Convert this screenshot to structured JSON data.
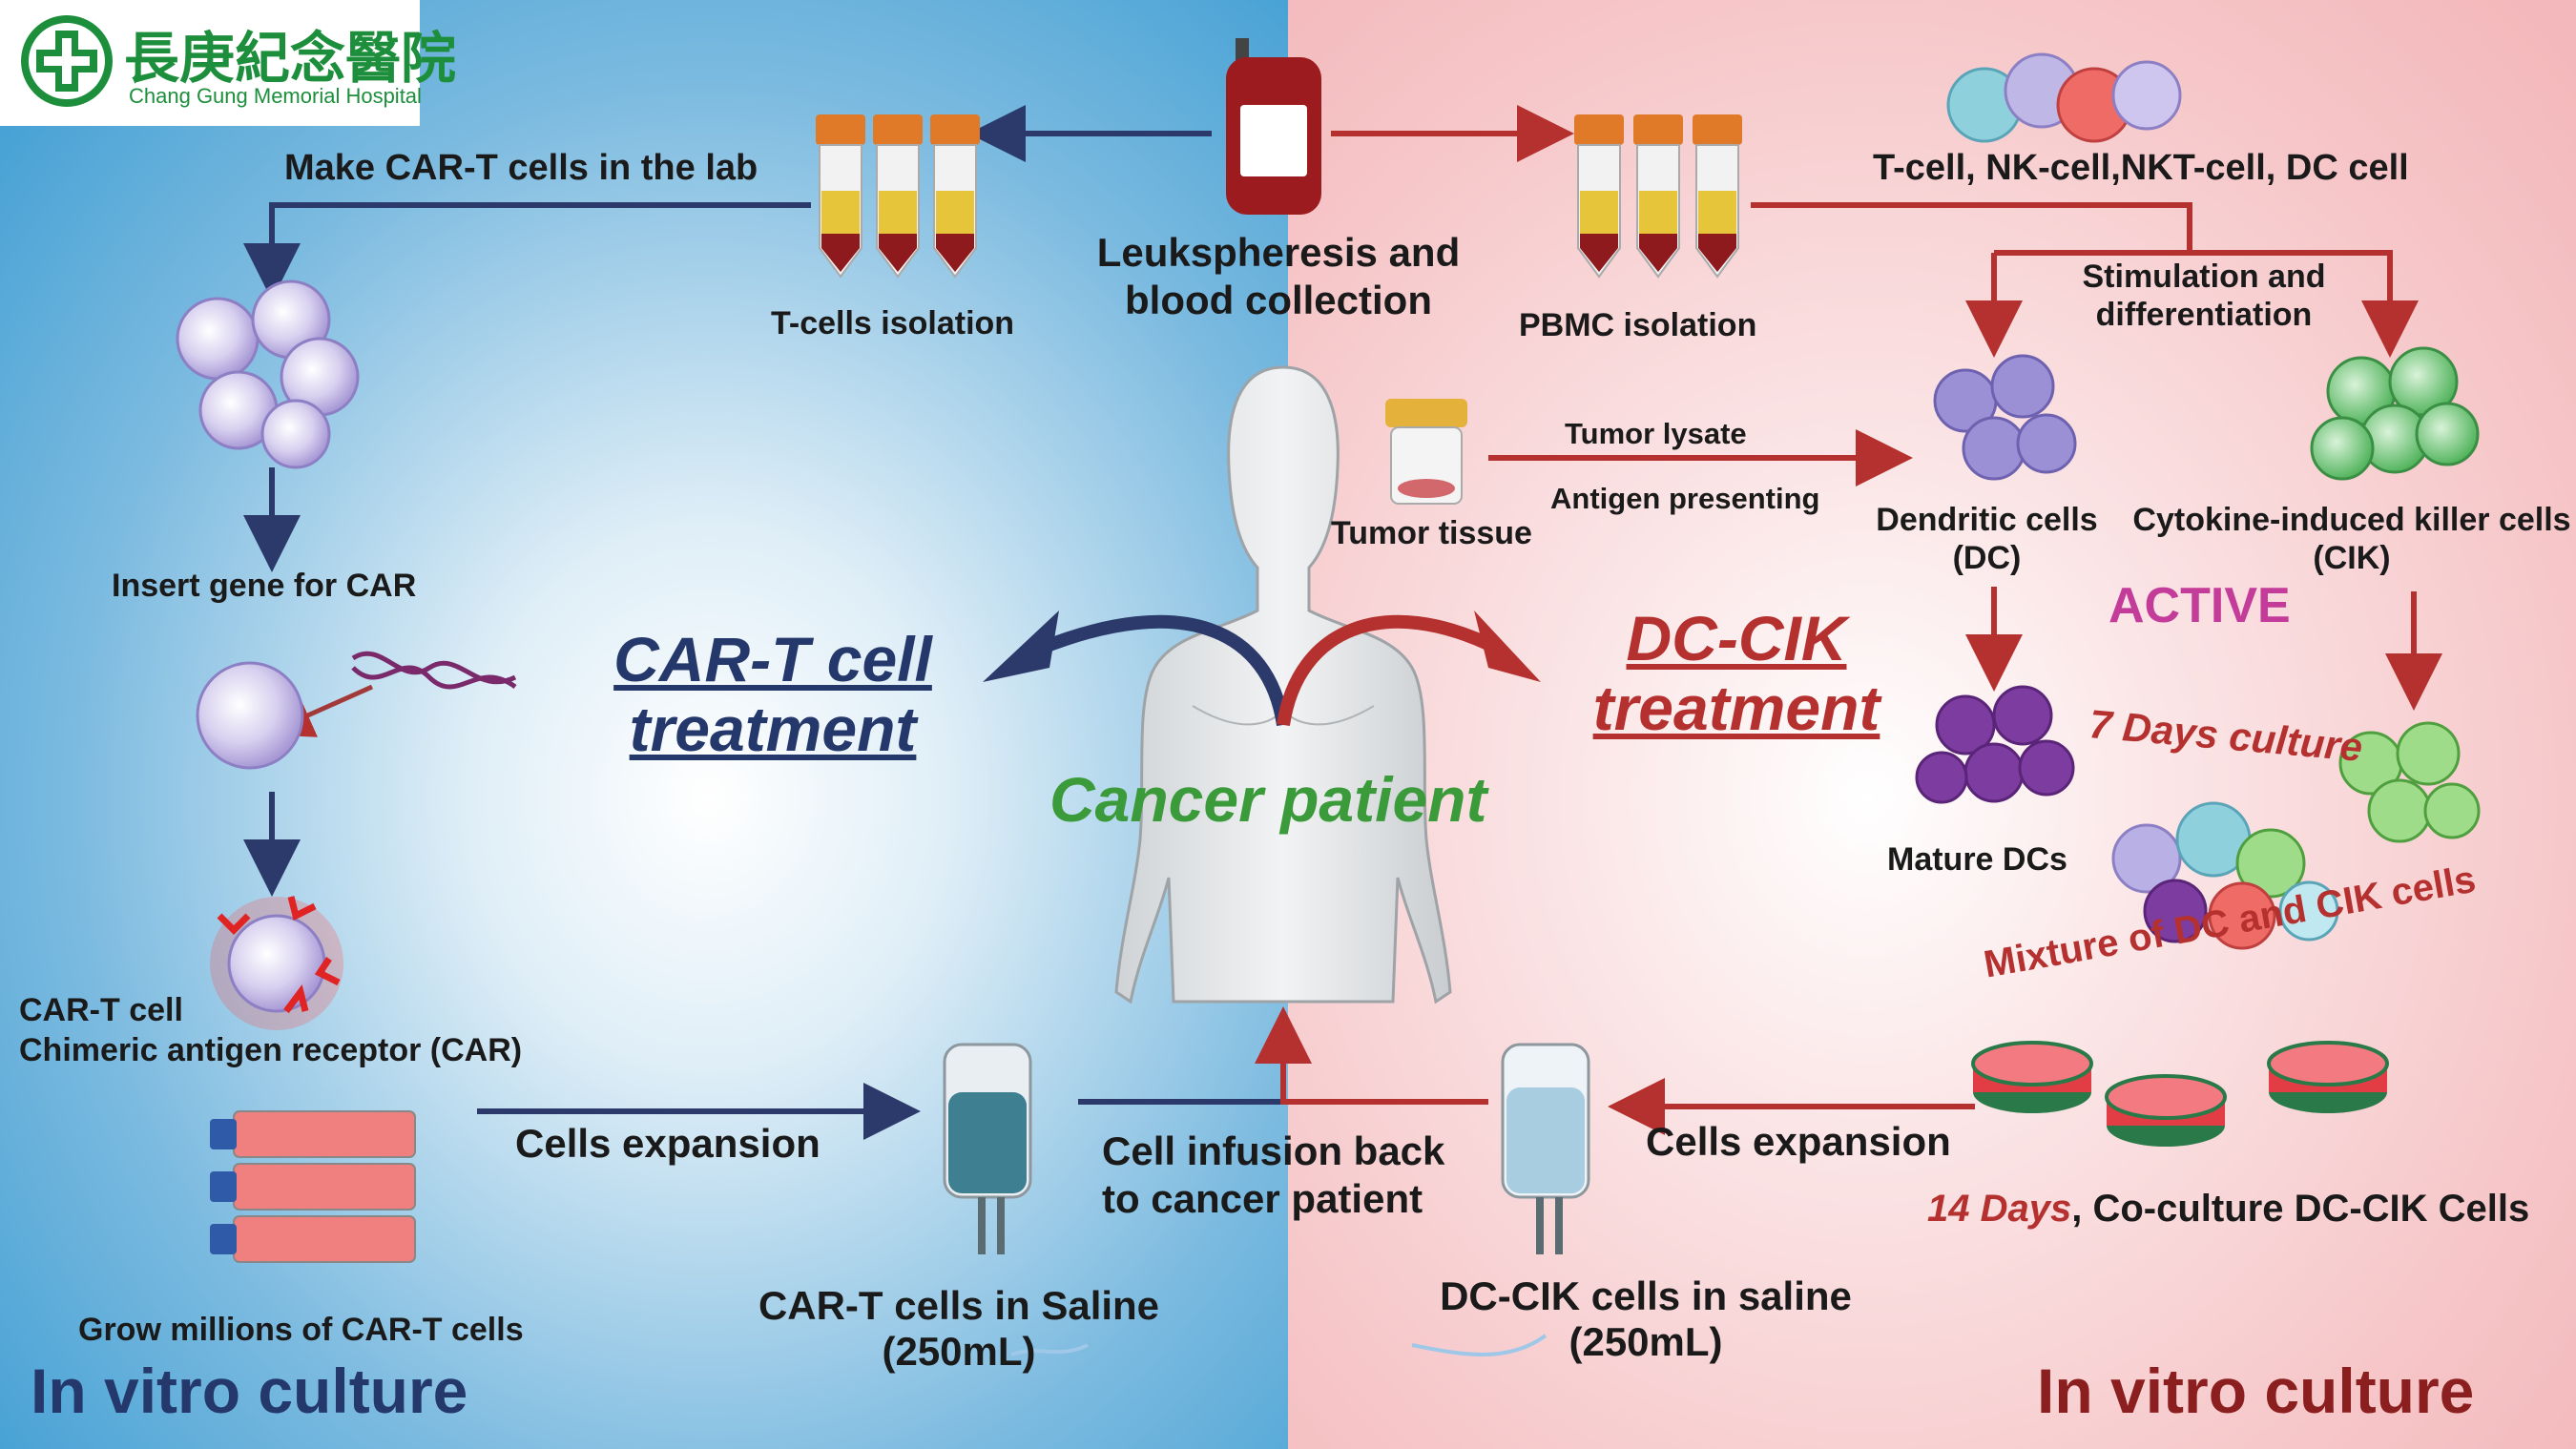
{
  "logo": {
    "chinese": "長庚紀念醫院",
    "english": "Chang Gung Memorial Hospital"
  },
  "colors": {
    "left_bg": "#4ea6d6",
    "right_bg": "#f6c7c9",
    "navy": "#2b3a6b",
    "red": "#c0312f",
    "green": "#3b9b3a",
    "magenta": "#c43c9a",
    "logo_green": "#1d8f3c"
  },
  "left": {
    "make_cart": "Make CAR-T cells in the lab",
    "tcell_isolation": "T-cells isolation",
    "insert_gene": "Insert gene for CAR",
    "cart_cell": "CAR-T cell",
    "car_receptor": "Chimeric antigen receptor (CAR)",
    "cells_expansion": "Cells expansion",
    "grow_millions": "Grow millions of CAR-T cells",
    "cart_saline_1": "CAR-T cells in Saline",
    "cart_saline_2": "(250mL)",
    "in_vitro": "In vitro culture",
    "treatment_1": "CAR-T cell",
    "treatment_2": "treatment"
  },
  "center": {
    "leuk_1": "Leukspheresis and",
    "leuk_2": "blood collection",
    "patient": "Cancer patient",
    "infusion_1": "Cell infusion back",
    "infusion_2": "to cancer patient"
  },
  "right": {
    "cell_types": "T-cell, NK-cell,NKT-cell, DC cell",
    "pbmc_isolation": "PBMC isolation",
    "stim_1": "Stimulation and",
    "stim_2": "differentiation",
    "tumor_lysate": "Tumor lysate",
    "antigen_presenting": "Antigen presenting",
    "tumor_tissue": "Tumor tissue",
    "dc_1": "Dendritic cells",
    "dc_2": "(DC)",
    "cik_1": "Cytokine-induced killer cells",
    "cik_2": "(CIK)",
    "active": "ACTIVE",
    "seven_days": "7 Days culture",
    "mature_dcs": "Mature DCs",
    "mixture": "Mixture of DC and CIK cells",
    "cells_expansion": "Cells expansion",
    "fourteen_days": "14 Days",
    "coculture": ", Co-culture DC-CIK Cells",
    "dccik_saline_1": "DC-CIK cells in saline",
    "dccik_saline_2": "(250mL)",
    "in_vitro": "In vitro culture",
    "treatment_1": "DC-CIK",
    "treatment_2": "treatment"
  }
}
